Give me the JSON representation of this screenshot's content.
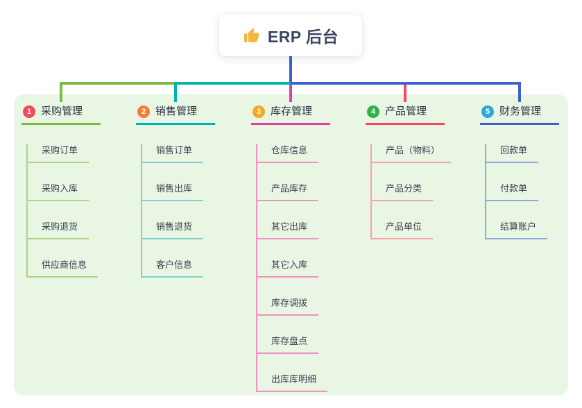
{
  "root": {
    "title": "ERP 后台",
    "icon": "thumbs-up-icon"
  },
  "branches": [
    {
      "number": "1",
      "label": "采购管理",
      "line_color": "#7cbb3f",
      "child_line_color": "#abd489",
      "badge_color": "#f5495f",
      "children": [
        "采购订单",
        "采购入库",
        "采购退货",
        "供应商信息"
      ]
    },
    {
      "number": "2",
      "label": "销售管理",
      "line_color": "#00b3ad",
      "child_line_color": "#7fd2cc",
      "badge_color": "#f77e38",
      "children": [
        "销售订单",
        "销售出库",
        "销售退货",
        "客户信息"
      ]
    },
    {
      "number": "3",
      "label": "库存管理",
      "line_color": "#e23f9c",
      "child_line_color": "#f090c3",
      "badge_color": "#f6a723",
      "children": [
        "仓库信息",
        "产品库存",
        "其它出库",
        "其它入库",
        "库存调拨",
        "库存盘点",
        "出库库明细"
      ]
    },
    {
      "number": "4",
      "label": "产品管理",
      "line_color": "#f6495f",
      "child_line_color": "#f9a0aa",
      "badge_color": "#33b14c",
      "children": [
        "产品（物料）",
        "产品分类",
        "产品单位"
      ]
    },
    {
      "number": "5",
      "label": "财务管理",
      "line_color": "#3e5fd0",
      "child_line_color": "#90a7de",
      "badge_color": "#2fa7d9",
      "children": [
        "回款单",
        "付款单",
        "结算账户"
      ]
    }
  ],
  "colors": {
    "canvas_background": "#ffffff",
    "panel_background": "#e8f6e3",
    "root_text": "#3b4463",
    "root_connector": "#3e5fd0",
    "thumb_icon": "#f2b73b"
  }
}
